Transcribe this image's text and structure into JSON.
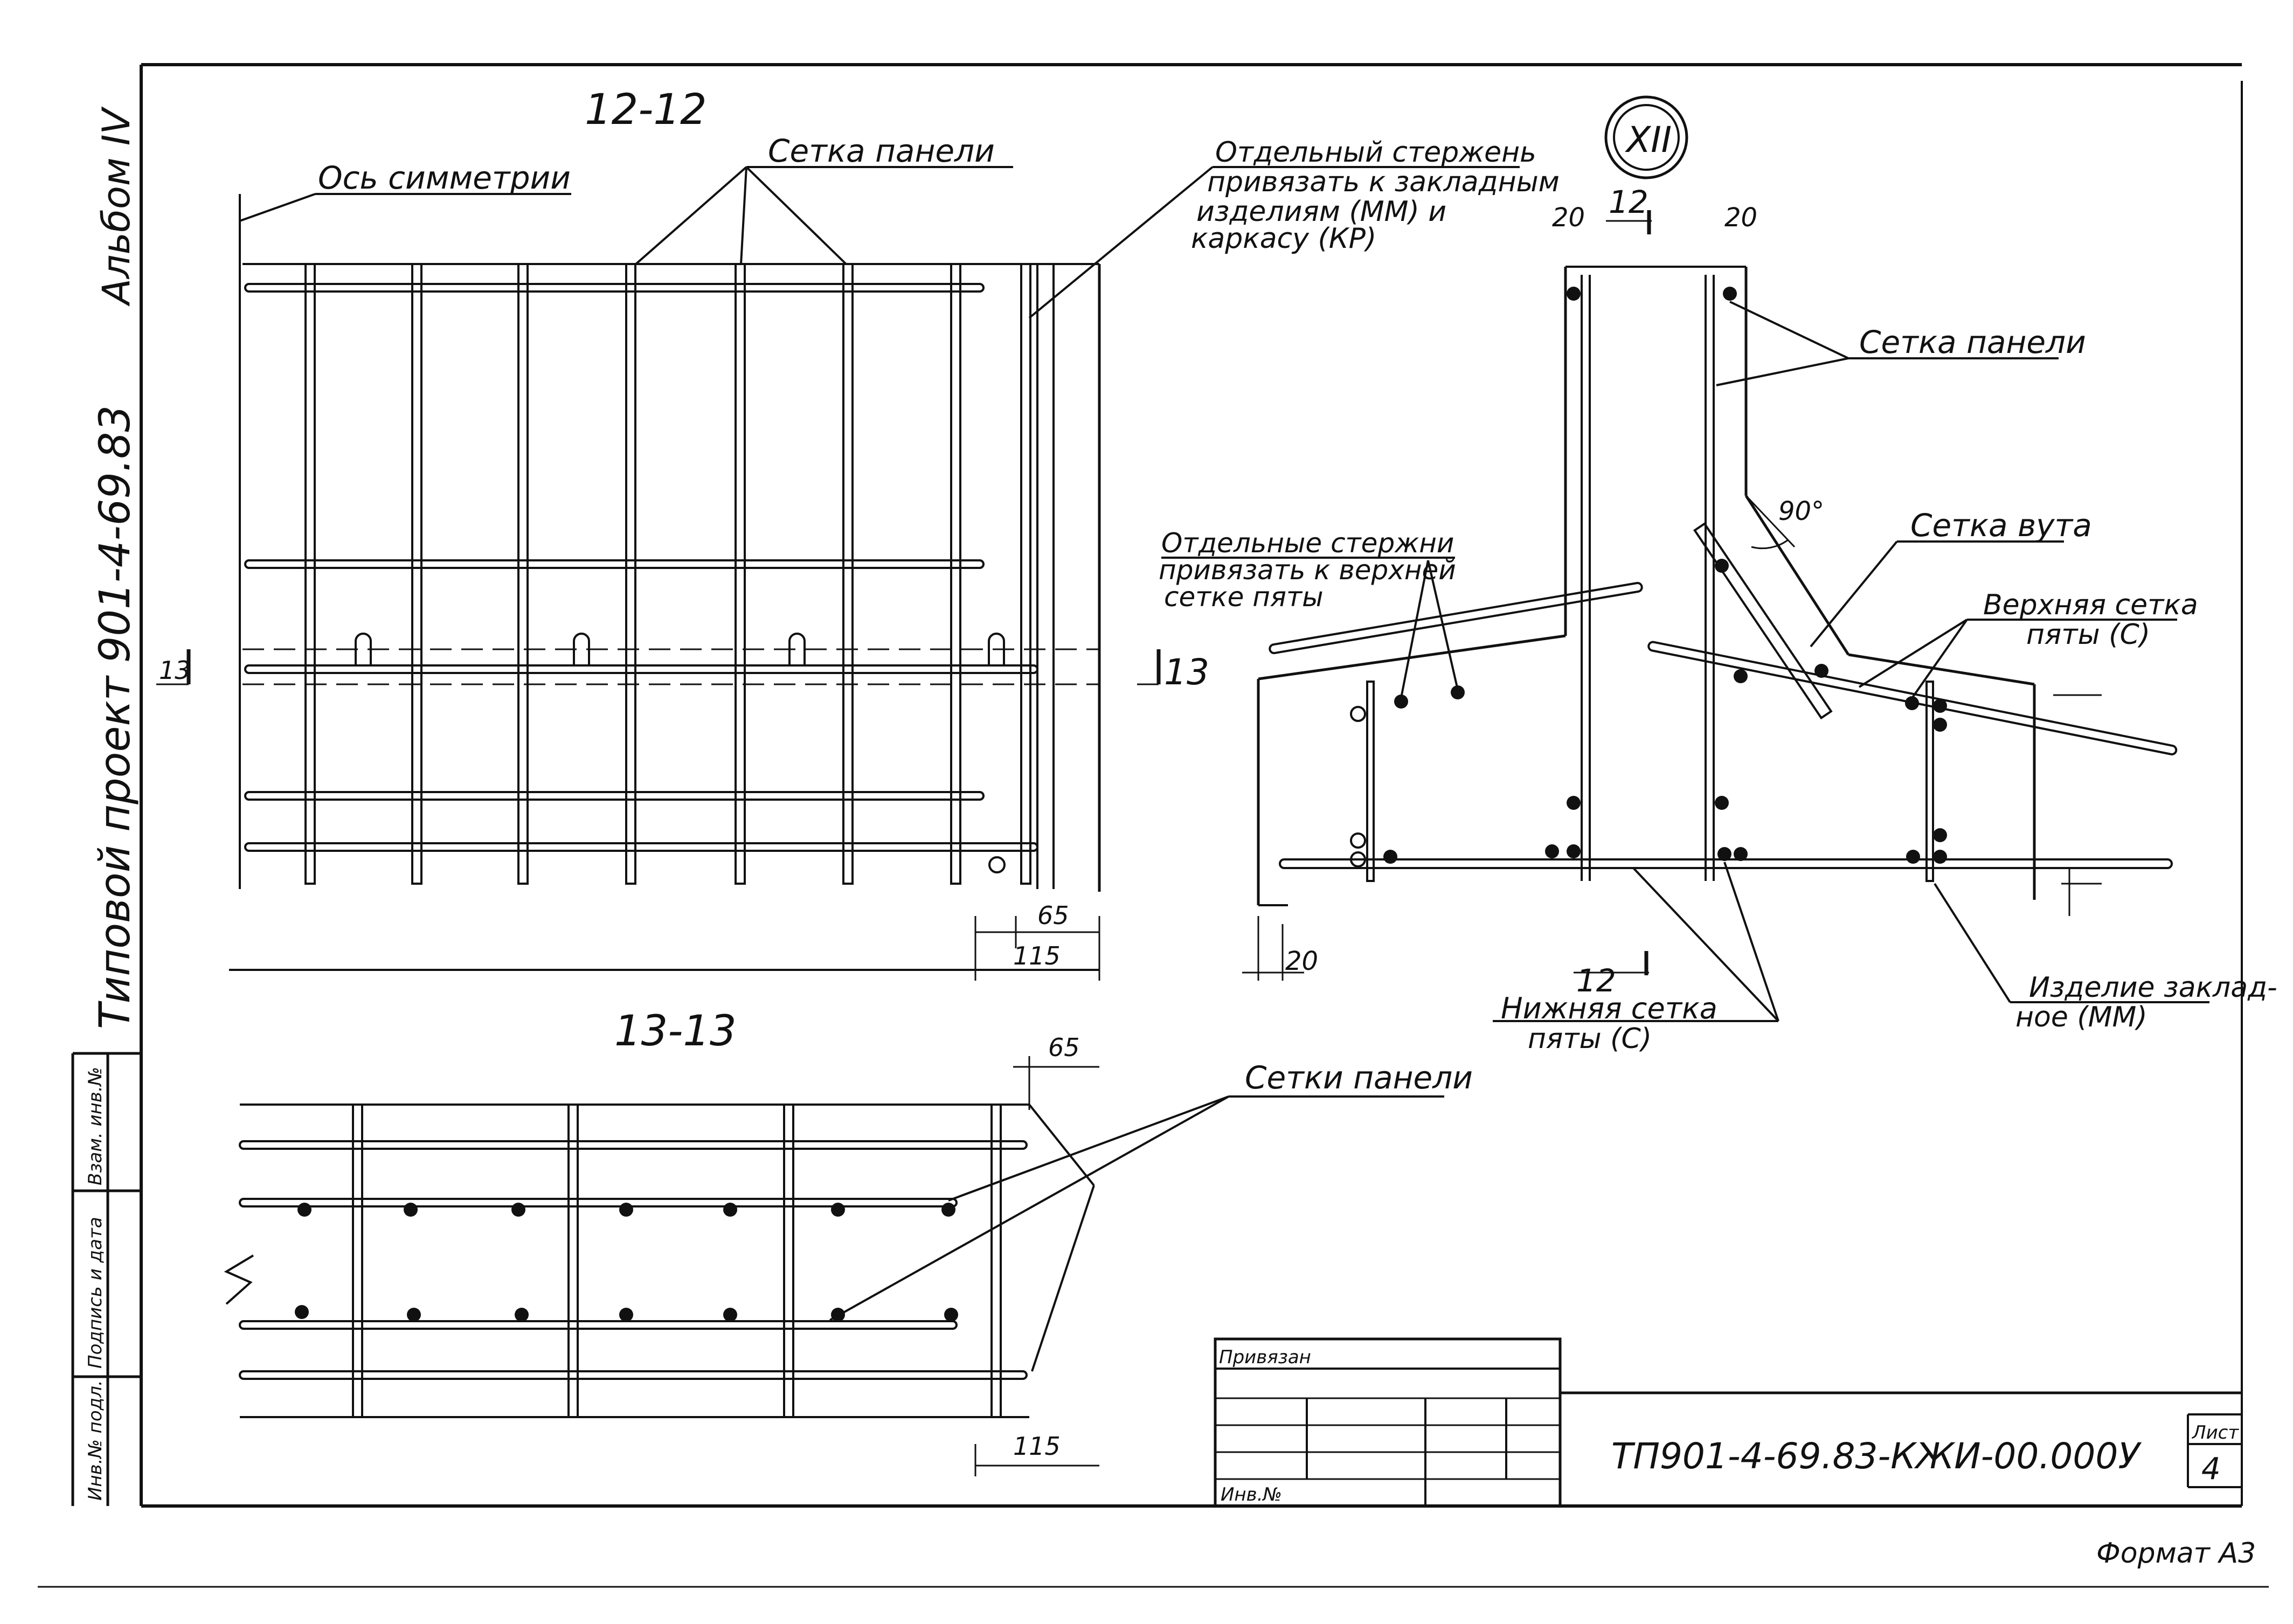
{
  "margin": {
    "album": "Альбом IV",
    "project": "Типовой проект 901-4-69.83",
    "stamp_cells": [
      "Инв.№ подл.",
      "Подпись и дата",
      "Взам. инв.№"
    ]
  },
  "section_12": {
    "title": "12-12",
    "axis_label": "Ось симметрии",
    "panel_mesh_label": "Сетка панели",
    "separate_bar_label": [
      "Отдельный стержень",
      "привязать к закладным",
      "изделиям (ММ) и",
      "каркасу (КР)"
    ],
    "cut_left": "13",
    "cut_right": "13",
    "dim_65": "65",
    "dim_115": "115"
  },
  "section_13": {
    "title": "13-13",
    "panel_meshes_label": "Сетки панели",
    "dim_65": "65",
    "dim_115": "115"
  },
  "node": {
    "mark": "XII",
    "dim_20_left": "20",
    "dim_12_top": "12",
    "dim_20_right": "20",
    "panel_mesh_label": "Сетка панели",
    "angle_label": "90°",
    "haunch_mesh_label": "Сетка вута",
    "separate_bars_label": [
      "Отдельные стержни",
      "привязать к верхней",
      "сетке пяты"
    ],
    "upper_mesh_label": [
      "Верхняя сетка",
      "пяты (С)"
    ],
    "dim_20_bottom": "20",
    "dim_12_bottom": "12",
    "lower_mesh_label": [
      "Нижняя сетка",
      "пяты (С)"
    ],
    "embedded_label": [
      "Изделие заклад-",
      "ное (ММ)"
    ]
  },
  "title_block": {
    "bound_label": "Привязан",
    "inv_label": "Инв.№",
    "doc_code": "ТП901-4-69.83-КЖИ-00.000У",
    "sheet_label": "Лист",
    "sheet_number": "4"
  },
  "format_label": "Формат А3"
}
